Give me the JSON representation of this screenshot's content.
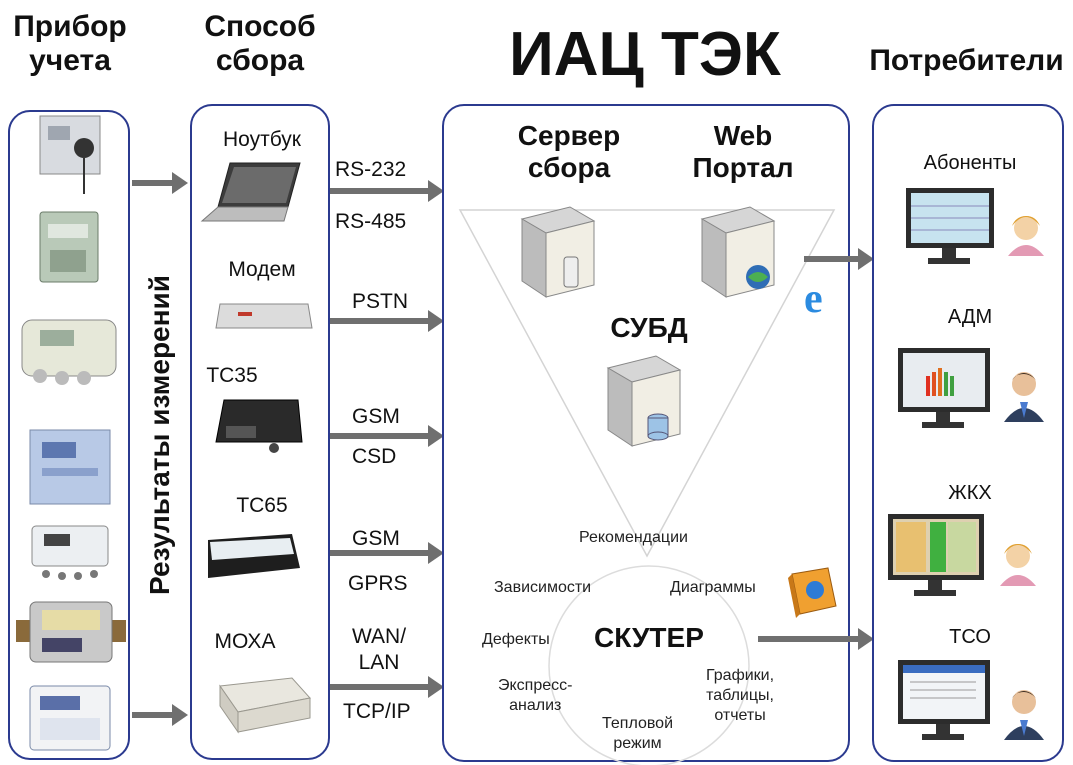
{
  "headers": {
    "meter": "Прибор\nучета",
    "collection": "Способ\nсбора",
    "center": "ИАЦ ТЭК",
    "consumers": "Потребители"
  },
  "measurements_label": "Результаты измерений",
  "devices": [
    {
      "label": "Ноутбук"
    },
    {
      "label": "Модем"
    },
    {
      "label": "ТС35"
    },
    {
      "label": "ТС65"
    },
    {
      "label": "МОХА"
    }
  ],
  "channels": [
    {
      "top": "RS-232",
      "bottom": "RS-485"
    },
    {
      "top": "PSTN",
      "bottom": ""
    },
    {
      "top": "GSM",
      "bottom": "CSD"
    },
    {
      "top": "GSM",
      "bottom": "GPRS"
    },
    {
      "top": "WAN/\nLAN",
      "bottom": "TCP/IP"
    }
  ],
  "center": {
    "collect_server": "Сервер\nсбора",
    "web_portal": "Web\nПортал",
    "dbms": "СУБД",
    "skuter": "СКУТЕР",
    "features": {
      "recommendations": "Рекомендации",
      "dependencies": "Зависимости",
      "diagrams": "Диаграммы",
      "defects": "Дефекты",
      "express": "Экспресс-\nанализ",
      "thermal": "Тепловой\nрежим",
      "graphs": "Графики,\nтаблицы,\nотчеты"
    }
  },
  "consumers": [
    {
      "label": "Абоненты"
    },
    {
      "label": "АДМ"
    },
    {
      "label": "ЖКХ"
    },
    {
      "label": "ТСО"
    }
  ],
  "colors": {
    "panel_border": "#2b3a8f",
    "arrow": "#6f6f6f"
  }
}
